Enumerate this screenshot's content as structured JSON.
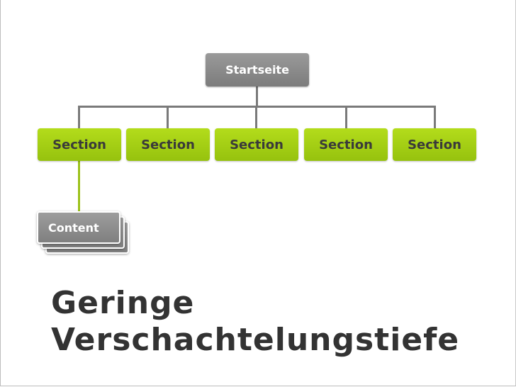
{
  "root": {
    "label": "Startseite"
  },
  "sections": [
    {
      "label": "Section"
    },
    {
      "label": "Section"
    },
    {
      "label": "Section"
    },
    {
      "label": "Section"
    },
    {
      "label": "Section"
    }
  ],
  "content": {
    "label": "Content"
  },
  "title": {
    "line1": "Geringe",
    "line2": "Verschachtelungstiefe"
  },
  "colors": {
    "section_green": "#9cc21b",
    "root_gray": "#8a8a8a",
    "connector_gray": "#7a7a7a",
    "title_text": "#333333"
  }
}
